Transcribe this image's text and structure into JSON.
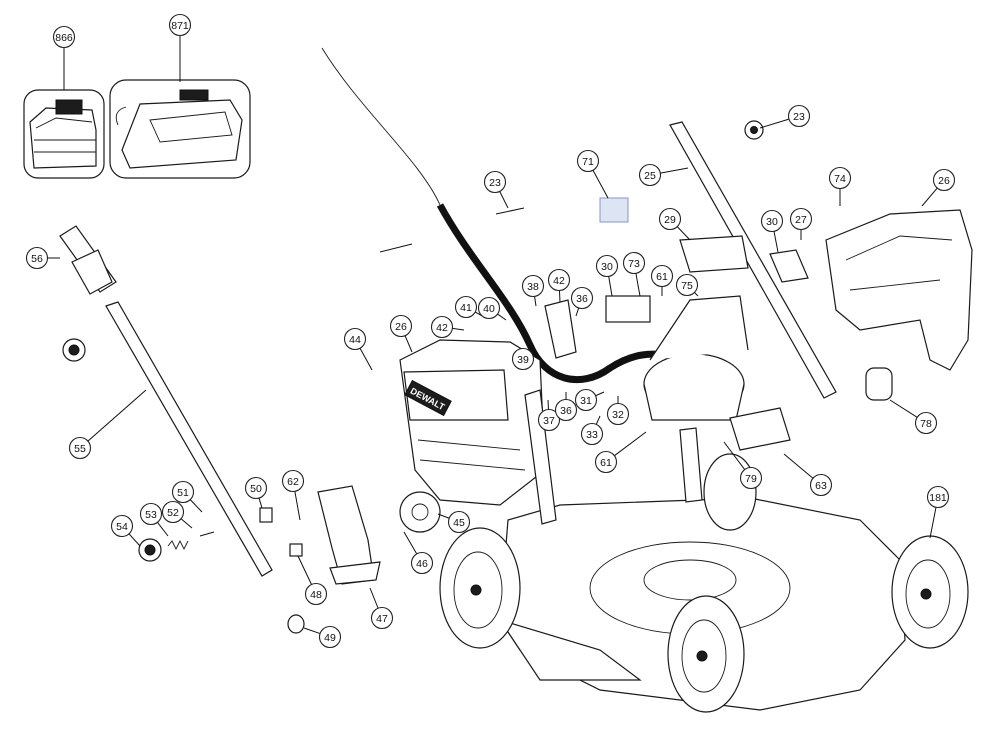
{
  "diagram": {
    "brand_text": "DEWALT",
    "callouts": [
      {
        "id": "c866",
        "label": "866"
      },
      {
        "id": "c871",
        "label": "871"
      },
      {
        "id": "c23a",
        "label": "23"
      },
      {
        "id": "c23b",
        "label": "23"
      },
      {
        "id": "c71",
        "label": "71"
      },
      {
        "id": "c25",
        "label": "25"
      },
      {
        "id": "c74",
        "label": "74"
      },
      {
        "id": "c26a",
        "label": "26"
      },
      {
        "id": "c29",
        "label": "29"
      },
      {
        "id": "c30a",
        "label": "30"
      },
      {
        "id": "c27",
        "label": "27"
      },
      {
        "id": "c56",
        "label": "56"
      },
      {
        "id": "c30b",
        "label": "30"
      },
      {
        "id": "c73",
        "label": "73"
      },
      {
        "id": "c61a",
        "label": "61"
      },
      {
        "id": "c75",
        "label": "75"
      },
      {
        "id": "c42a",
        "label": "42"
      },
      {
        "id": "c38",
        "label": "38"
      },
      {
        "id": "c36a",
        "label": "36"
      },
      {
        "id": "c41",
        "label": "41"
      },
      {
        "id": "c40",
        "label": "40"
      },
      {
        "id": "c42b",
        "label": "42"
      },
      {
        "id": "c26b",
        "label": "26"
      },
      {
        "id": "c44",
        "label": "44"
      },
      {
        "id": "c39",
        "label": "39"
      },
      {
        "id": "c31",
        "label": "31"
      },
      {
        "id": "c37",
        "label": "37"
      },
      {
        "id": "c36b",
        "label": "36"
      },
      {
        "id": "c32",
        "label": "32"
      },
      {
        "id": "c33",
        "label": "33"
      },
      {
        "id": "c78",
        "label": "78"
      },
      {
        "id": "c55",
        "label": "55"
      },
      {
        "id": "c61b",
        "label": "61"
      },
      {
        "id": "c79",
        "label": "79"
      },
      {
        "id": "c63",
        "label": "63"
      },
      {
        "id": "c62",
        "label": "62"
      },
      {
        "id": "c50",
        "label": "50"
      },
      {
        "id": "c51",
        "label": "51"
      },
      {
        "id": "c181",
        "label": "181"
      },
      {
        "id": "c53",
        "label": "53"
      },
      {
        "id": "c52",
        "label": "52"
      },
      {
        "id": "c54",
        "label": "54"
      },
      {
        "id": "c45",
        "label": "45"
      },
      {
        "id": "c46",
        "label": "46"
      },
      {
        "id": "c48",
        "label": "48"
      },
      {
        "id": "c47",
        "label": "47"
      },
      {
        "id": "c49",
        "label": "49"
      }
    ]
  }
}
